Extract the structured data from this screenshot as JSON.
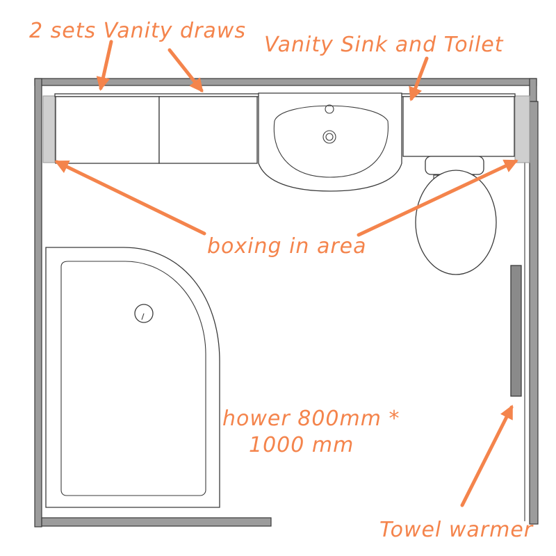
{
  "labels": {
    "vanity_draws": "2 sets Vanity draws",
    "vanity_sink_toilet": "Vanity Sink and Toilet",
    "boxing_in": "boxing in area",
    "shower_line1": "hower 800mm *",
    "shower_line2": "1000 mm",
    "towel_warmer": "Towel warmer"
  },
  "colors": {
    "annotation": "#f4844c",
    "wall": "#9c9c9c",
    "boxing": "#cfcfcf",
    "towel_warmer": "#8a8a8a"
  }
}
